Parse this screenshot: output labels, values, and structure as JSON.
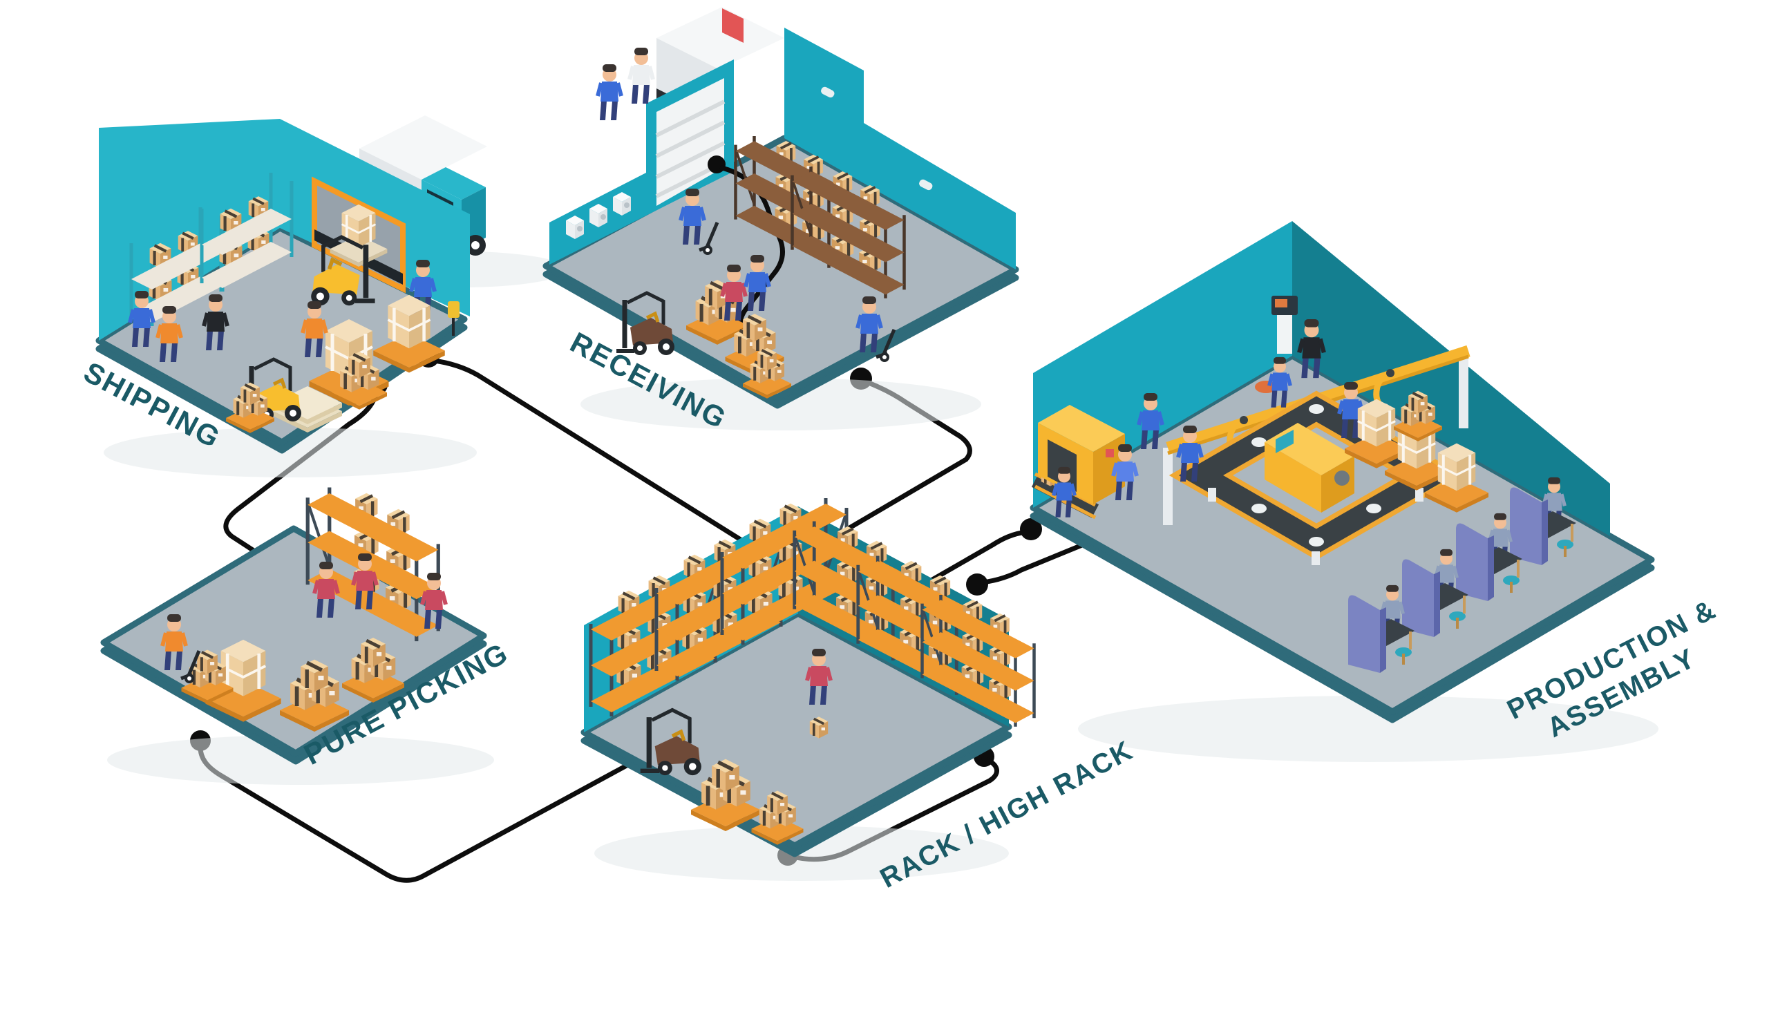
{
  "title": "Warehouse processes isometric flowchart",
  "areas": [
    {
      "id": "shipping",
      "label": "SHIPPING",
      "scene": [
        "teal warehouse walls",
        "loading dock with truck",
        "two forklifts",
        "shelving with cardboard boxes",
        "wrapped pallet stacks",
        "workers and supervisor"
      ]
    },
    {
      "id": "receiving",
      "label": "RECEIVING",
      "scene": [
        "dock door with arriving truck",
        "air-conditioning units on wall",
        "tall storage racks with boxes",
        "box stacks on pallets",
        "hand trucks",
        "reach truck",
        "workers unloading"
      ]
    },
    {
      "id": "pure-picking",
      "label": "PURE PICKING",
      "scene": [
        "open platform",
        "workers picking and carrying boxes",
        "hand pallet truck",
        "box stacks on pallets",
        "storage rack"
      ]
    },
    {
      "id": "rack-high-rack",
      "label": "RACK / HIGH RACK",
      "scene": [
        "corner walls",
        "six high racks full of boxes",
        "forklift with pallet",
        "worker carrying box",
        "pallet stacks"
      ]
    },
    {
      "id": "production-assembly",
      "label": "PRODUCTION & ASSEMBLY",
      "label_lines": [
        "PRODUCTION &",
        "ASSEMBLY"
      ],
      "scene": [
        "rectangular conveyor loop",
        "yellow gantry with robot arms",
        "machining station",
        "control kiosk with manager",
        "four assembly booths with workers",
        "pallet stacks"
      ]
    }
  ],
  "connections": [
    {
      "from": "shipping",
      "to": "pure-picking"
    },
    {
      "from": "shipping",
      "to": "rack-high-rack"
    },
    {
      "from": "receiving",
      "to": "rack-high-rack"
    },
    {
      "from": "receiving-dock-door",
      "to": "receiving-staging-area"
    },
    {
      "from": "pure-picking",
      "to": "rack-high-rack"
    },
    {
      "from": "rack-high-rack",
      "to": "production-assembly"
    },
    {
      "from": "production-assembly",
      "to": "rack-high-rack"
    }
  ],
  "colors": {
    "label": "#1A5A66",
    "line": "#0D0D0D",
    "rim": "#2F6B7A",
    "floor": "#ACB7BF",
    "shadow": "#E4E9EB",
    "wall1": "#27B5C9",
    "wall2": "#1AA6BD",
    "wall3": "#147F90",
    "boxTop": "#F4D6A4",
    "boxFace": "#E7B87D",
    "boxSide": "#D19D5F",
    "tape": "#4A4034",
    "pallet": "#EE9933",
    "palletDark": "#CE7F1F",
    "rackSlab": "#F09A30",
    "rackPost": "#3D4A56",
    "rackSlabBrown": "#8B5E3C",
    "rackPostBrown": "#4A372A",
    "fkBody": "#F8BE2E",
    "fkDark": "#23282C",
    "truckTeal": "#29B7CB",
    "truckTealDark": "#1791A6",
    "trailer": "#F5F7F8",
    "trailerSide": "#E3E7EA",
    "machine": "#F6B52F",
    "machineTop": "#FBCB56",
    "machineSide": "#DE9C1E",
    "convBelt": "#3A4145",
    "convRail": "#F0A832",
    "convLeg": "#E8ECEF",
    "booth": "#7B84C2",
    "boothDark": "#5C66AA",
    "desk": "#394147",
    "stool": "#2EA8BD",
    "skin": "#F2BE96",
    "hair": "#3A3330",
    "pants": "#32407A",
    "suit": "#23262B",
    "blue": "#3A6BD8",
    "paleBlue": "#5A82E8",
    "red": "#C94A60",
    "vest": "#F08A2E",
    "shirtGray": "#8FA0BC",
    "white": "#F4F6F7",
    "doorGray": "#97A2AB",
    "orangeFrame": "#F59A23",
    "redAccent": "#E25555",
    "screenTeal": "#2EA8BD"
  }
}
